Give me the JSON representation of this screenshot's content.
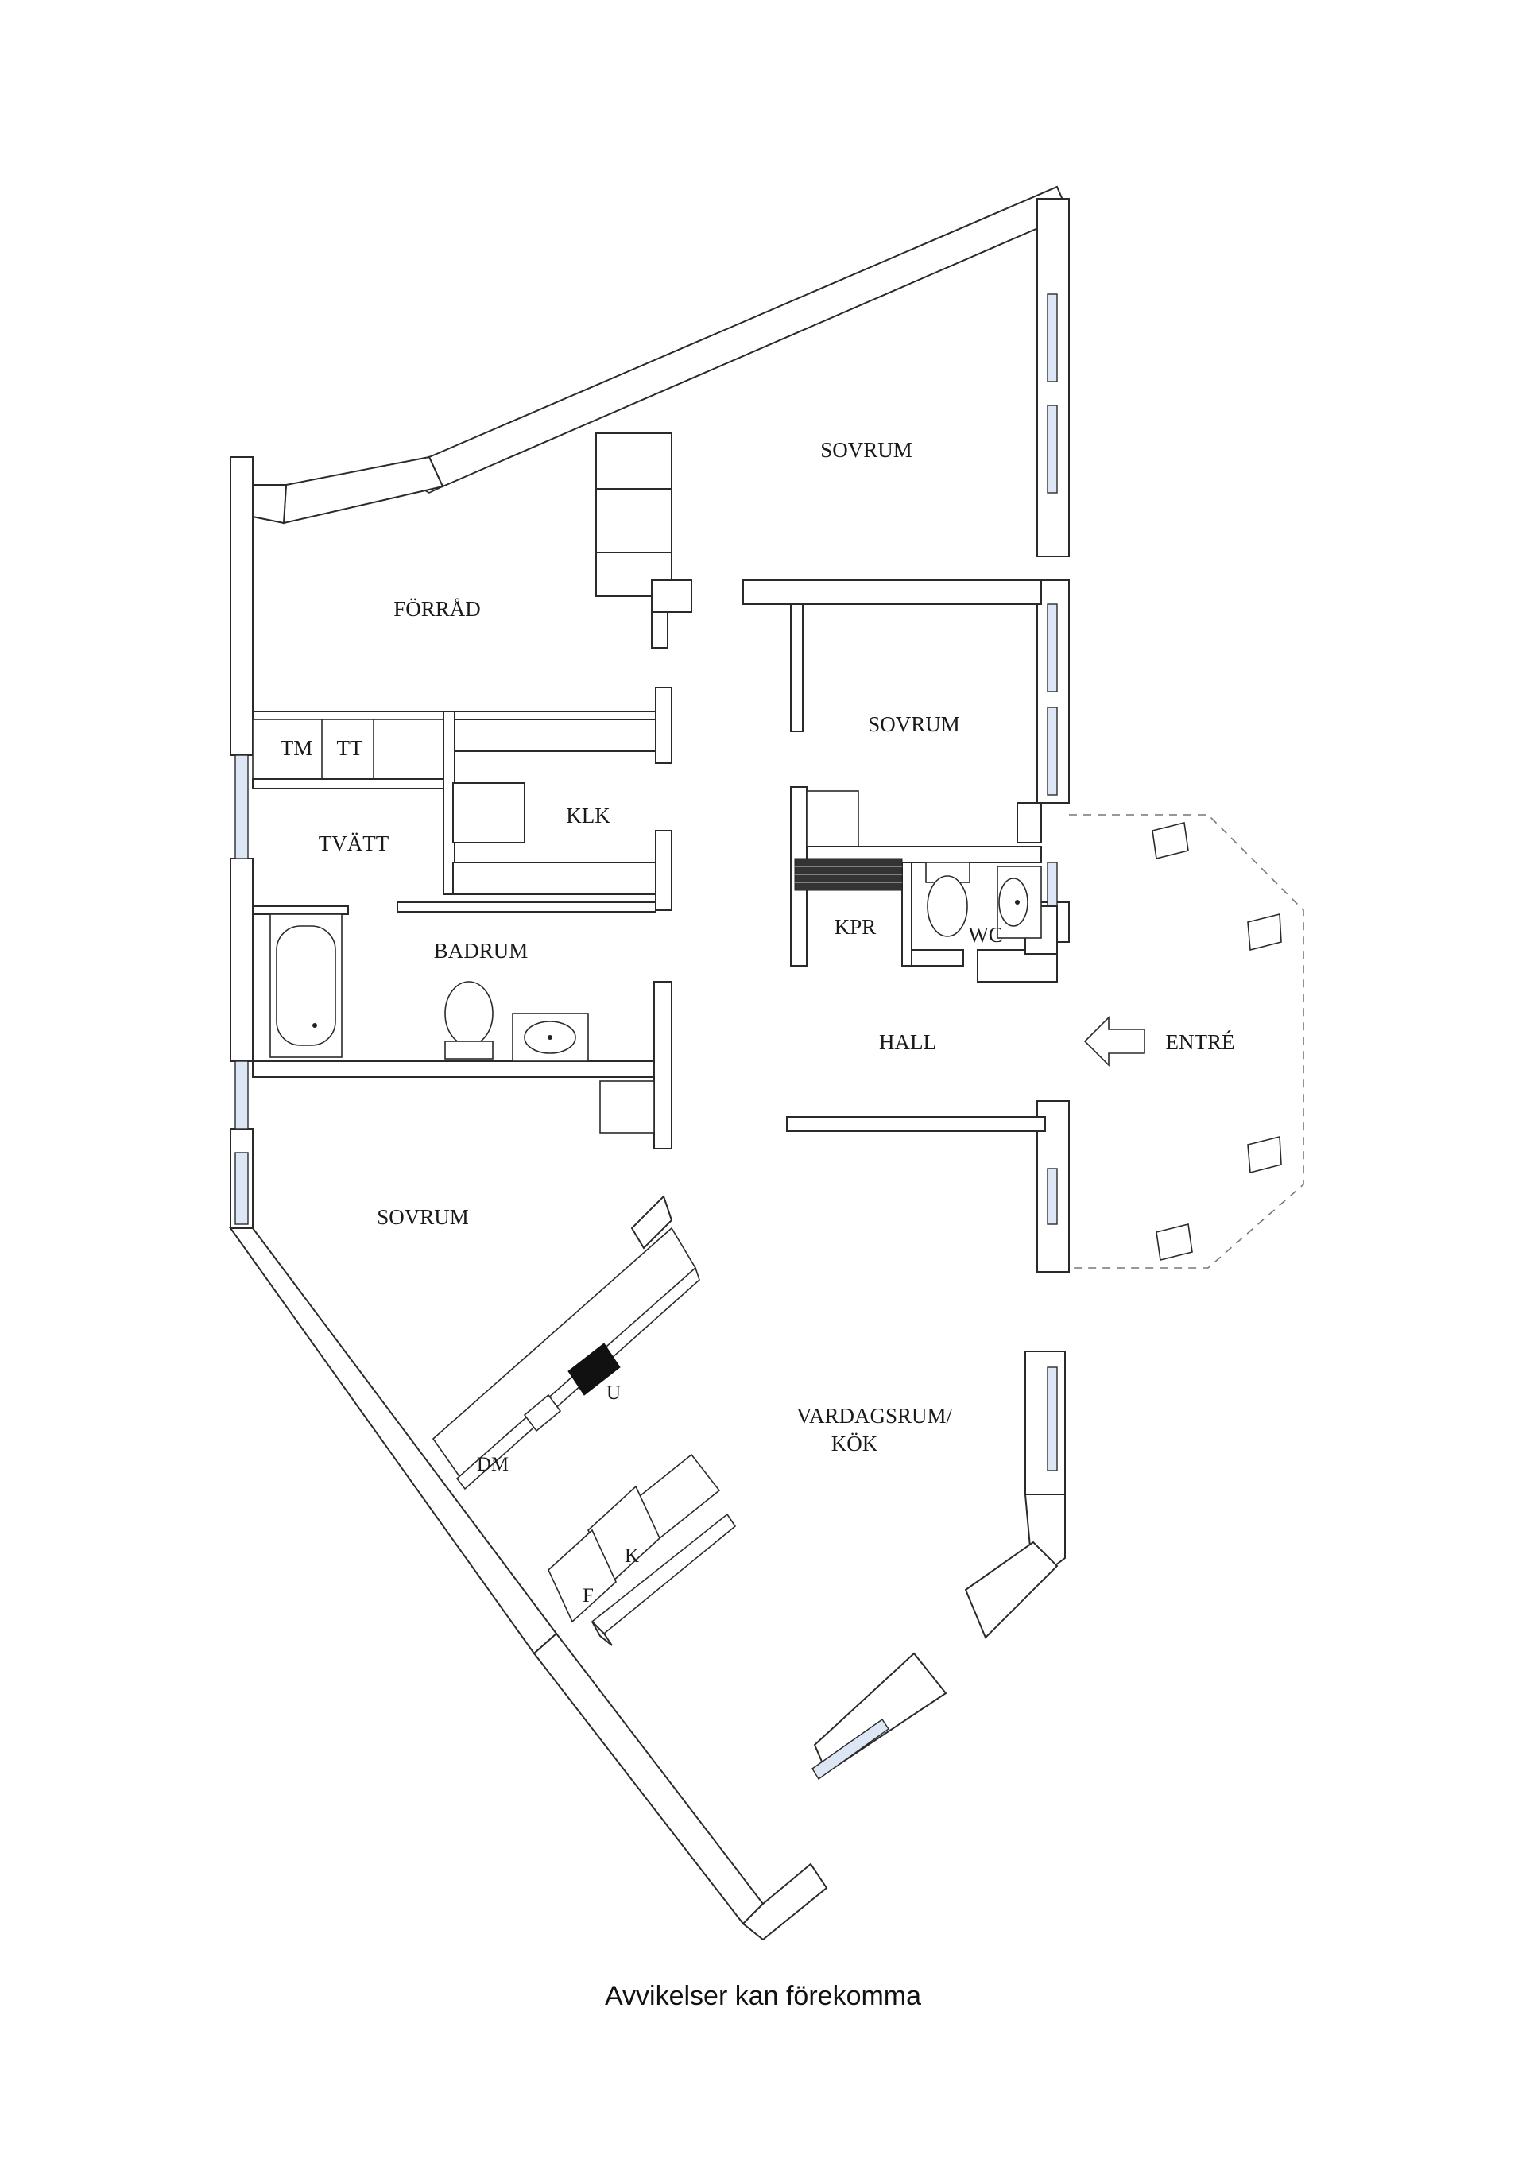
{
  "rooms": {
    "forrad": "FÖRRÅD",
    "sovrum_top": "SOVRUM",
    "sovrum_mid": "SOVRUM",
    "sovrum_left": "SOVRUM",
    "tm": "TM",
    "tt": "TT",
    "tvatt": "TVÄTT",
    "klk": "KLK",
    "badrum": "BADRUM",
    "kpr": "KPR",
    "wc": "WC",
    "hall": "HALL",
    "entre": "ENTRÉ",
    "vardagsrum_line1": "VARDAGSRUM/",
    "vardagsrum_line2": "KÖK",
    "u": "U",
    "dm": "DM",
    "k": "K",
    "f": "F"
  },
  "caption": "Avvikelser kan förekomma",
  "colors": {
    "wall_stroke": "#2a2a2a",
    "window_glass": "#dde6f4",
    "background": "#ffffff"
  }
}
